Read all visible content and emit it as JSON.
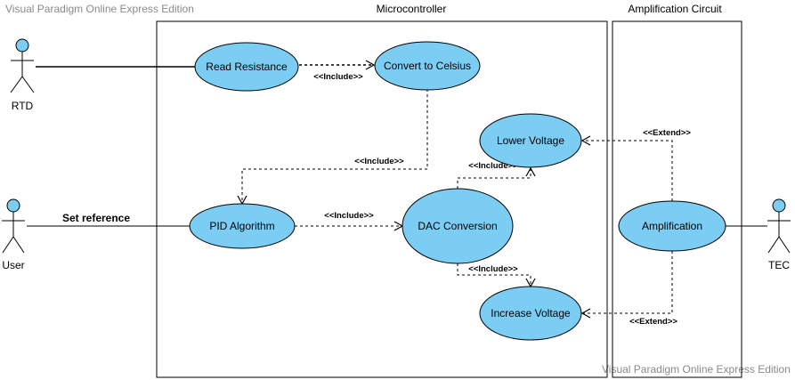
{
  "watermark": {
    "top": "Visual Paradigm Online Express Edition",
    "bottom": "Visual Paradigm Online Express Edition"
  },
  "systems": {
    "microcontroller": "Microcontroller",
    "amplification": "Amplification Circuit"
  },
  "actors": {
    "rtd": "RTD",
    "user": "User",
    "tec": "TEC"
  },
  "use_cases": {
    "read_resistance": "Read Resistance",
    "convert_celsius": "Convert to Celsius",
    "lower_voltage": "Lower Voltage",
    "pid": "PID Algorithm",
    "dac": "DAC Conversion",
    "increase_voltage": "Increase Voltage",
    "amplification": "Amplification"
  },
  "relations": {
    "include_convert": "<<Include>>",
    "include_pid": "<<Include>>",
    "include_dac": "<<Include>>",
    "include_lower": "<<Include>>",
    "include_increase": "<<Include>>",
    "extend_lower": "<<Extend>>",
    "extend_increase": "<<Extend>>",
    "set_reference": "Set reference"
  },
  "colors": {
    "usecase_fill": "#7ccdf4",
    "stroke": "#000000",
    "watermark": "#8a8a8a"
  }
}
